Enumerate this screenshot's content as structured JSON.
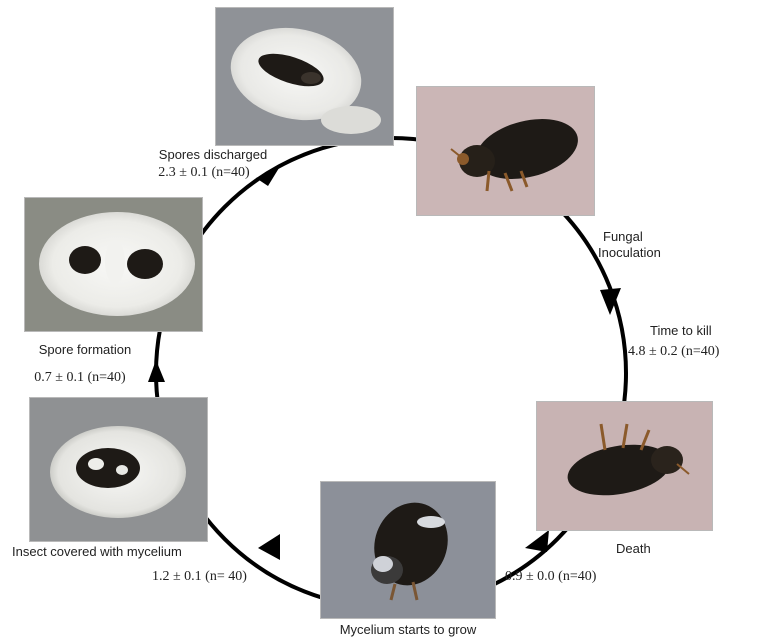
{
  "stages": {
    "spores_discharged": {
      "label": "Spores discharged",
      "stat": "2.3 ± 0.1 (n=40)"
    },
    "fungal_inoculation": {
      "label_line1": "Fungal",
      "label_line2": "Inoculation"
    },
    "time_to_kill": {
      "label": "Time to kill",
      "stat": "4.8 ± 0.2 (n=40)"
    },
    "death": {
      "label": "Death",
      "stat": "0.9 ± 0.0 (n=40)"
    },
    "mycelium_grows": {
      "label": "Mycelium starts to grow"
    },
    "insect_covered": {
      "label": "Insect  covered with mycelium",
      "stat": "1.2 ± 0.1 (n= 40)"
    },
    "spore_formation": {
      "label": "Spore formation",
      "stat": "0.7 ± 0.1 (n=40)"
    }
  },
  "colors": {
    "cycle_line": "#000000",
    "beetle": "#1e1a16",
    "spore_white": "#f4f4f2",
    "photo_bg_grey": "#8e9096",
    "photo_bg_pink": "#c9b3b3"
  },
  "icons": [
    "beetle-photo",
    "spore-covered-beetle-photo",
    "cycle-arrow"
  ]
}
